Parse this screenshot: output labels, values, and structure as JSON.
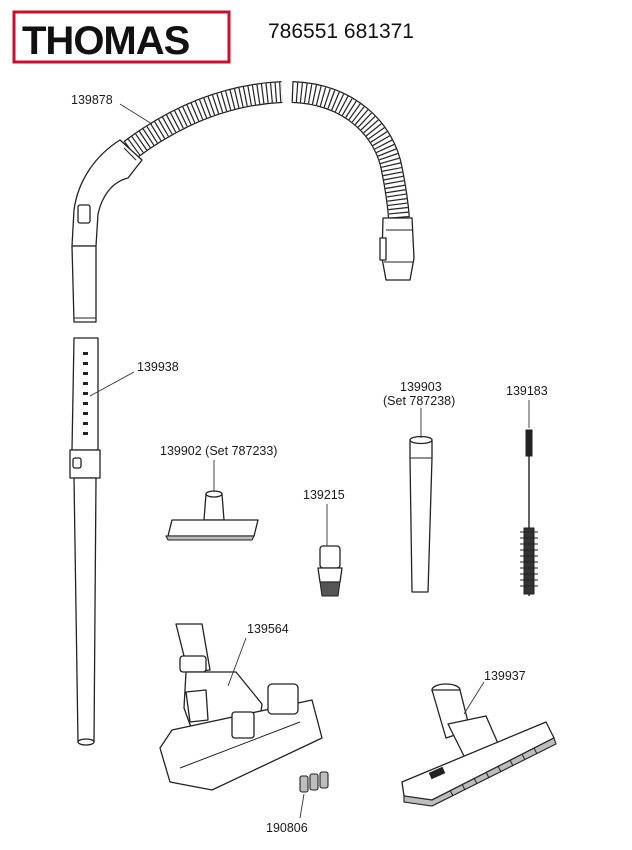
{
  "brand": {
    "name": "THOMAS",
    "frame_color": "#c8102e"
  },
  "model_numbers": "786551 681371",
  "parts": [
    {
      "id": "hose",
      "number": "139878"
    },
    {
      "id": "tube",
      "number": "139938"
    },
    {
      "id": "upholstery-nozzle",
      "number": "139902 (Set 787233)"
    },
    {
      "id": "dust-brush",
      "number": "139215"
    },
    {
      "id": "crevice-tool-line1",
      "number": "139903"
    },
    {
      "id": "crevice-tool-line2",
      "number": "(Set 787238)"
    },
    {
      "id": "radiator-brush",
      "number": "139183"
    },
    {
      "id": "floor-nozzle",
      "number": "139564"
    },
    {
      "id": "parquet-nozzle",
      "number": "139937"
    },
    {
      "id": "wheels",
      "number": "190806"
    }
  ]
}
